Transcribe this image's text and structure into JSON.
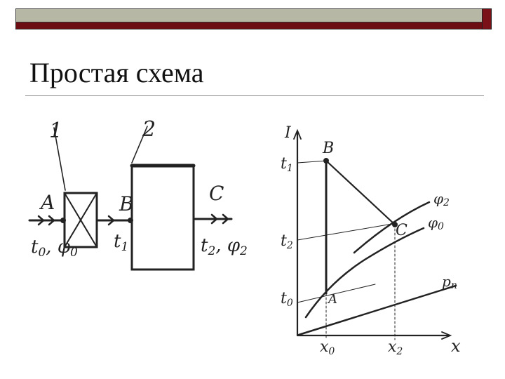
{
  "slide": {
    "title": "Простая схема"
  },
  "left_diagram": {
    "callouts": {
      "unit_1": "1",
      "unit_2": "2"
    },
    "points": {
      "a": "A",
      "b": "B",
      "c": "C"
    },
    "inlet": {
      "t": "t",
      "t_sub": "0",
      "phi": "φ",
      "phi_sub": "0"
    },
    "middle": {
      "t": "t",
      "t_sub": "1"
    },
    "outlet": {
      "t": "t",
      "t_sub": "2",
      "phi": "φ",
      "phi_sub": "2"
    }
  },
  "right_diagram": {
    "axes": {
      "y": "I",
      "x": "x"
    },
    "points": {
      "b": "B",
      "c": "C",
      "a": "A"
    },
    "y_ticks": [
      {
        "t": "t",
        "sub": "1"
      },
      {
        "t": "t",
        "sub": "2"
      },
      {
        "t": "t",
        "sub": "0"
      }
    ],
    "x_ticks": [
      {
        "t": "x",
        "sub": "0"
      },
      {
        "t": "x",
        "sub": "2"
      }
    ],
    "curves": {
      "phi2": {
        "t": "φ",
        "sub": "2"
      },
      "phi0": {
        "t": "φ",
        "sub": "0"
      },
      "pn": {
        "t": "p",
        "sub": "п"
      }
    }
  },
  "colors": {
    "ink": "#222222",
    "bar_gray": "#b7b7a6",
    "bar_red": "#6b0d12"
  }
}
